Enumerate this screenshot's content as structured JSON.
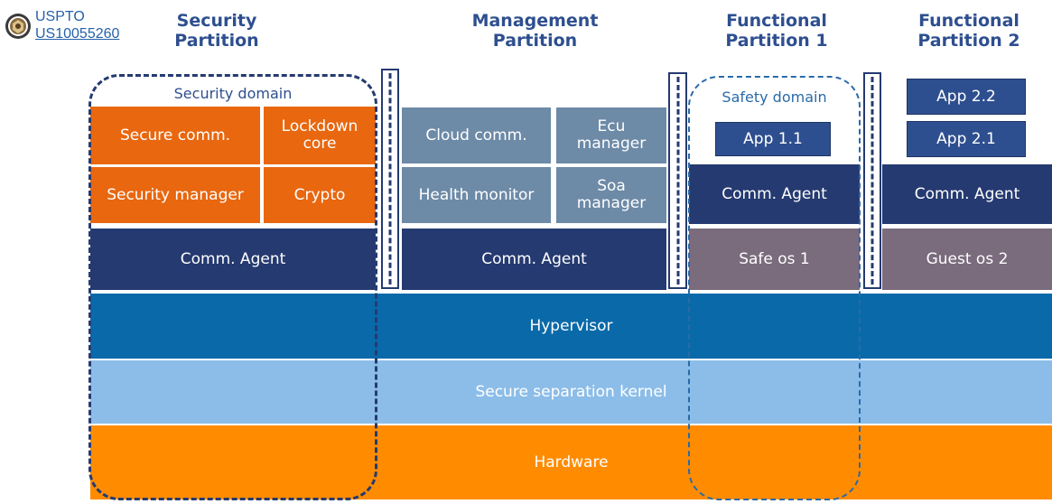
{
  "source": {
    "label": "USPTO",
    "patent": "US10055260",
    "seal_icon": "uspto-seal-icon"
  },
  "headers": {
    "security": "Security\nPartition",
    "management": "Management\nPartition",
    "functional1": "Functional\nPartition 1",
    "functional2": "Functional\nPartition 2"
  },
  "security_partition": {
    "domain_label": "Security domain",
    "secure_comm": "Secure comm.",
    "lockdown_core": "Lockdown\ncore",
    "security_manager": "Security manager",
    "crypto": "Crypto",
    "comm_agent": "Comm. Agent"
  },
  "management_partition": {
    "cloud_comm": "Cloud comm.",
    "ecu_manager": "Ecu\nmanager",
    "health_monitor": "Health monitor",
    "soa_manager": "Soa\nmanager",
    "comm_agent": "Comm. Agent"
  },
  "functional_partition_1": {
    "domain_label": "Safety domain",
    "app": "App 1.1",
    "comm_agent": "Comm. Agent",
    "os": "Safe os 1"
  },
  "functional_partition_2": {
    "app_top": "App 2.2",
    "app_bottom": "App 2.1",
    "comm_agent": "Comm. Agent",
    "os": "Guest os 2"
  },
  "layers": {
    "hypervisor": "Hypervisor",
    "kernel": "Secure separation kernel",
    "hardware": "Hardware"
  },
  "colors": {
    "orange": "#e8670f",
    "navy": "#253a70",
    "slate": "#6d8aa7",
    "mauve": "#7a6b7d",
    "hypervisor": "#0a6aa9",
    "kernel": "#8cbde8",
    "hardware": "#ff8c00",
    "header_text": "#2e4f8f"
  }
}
